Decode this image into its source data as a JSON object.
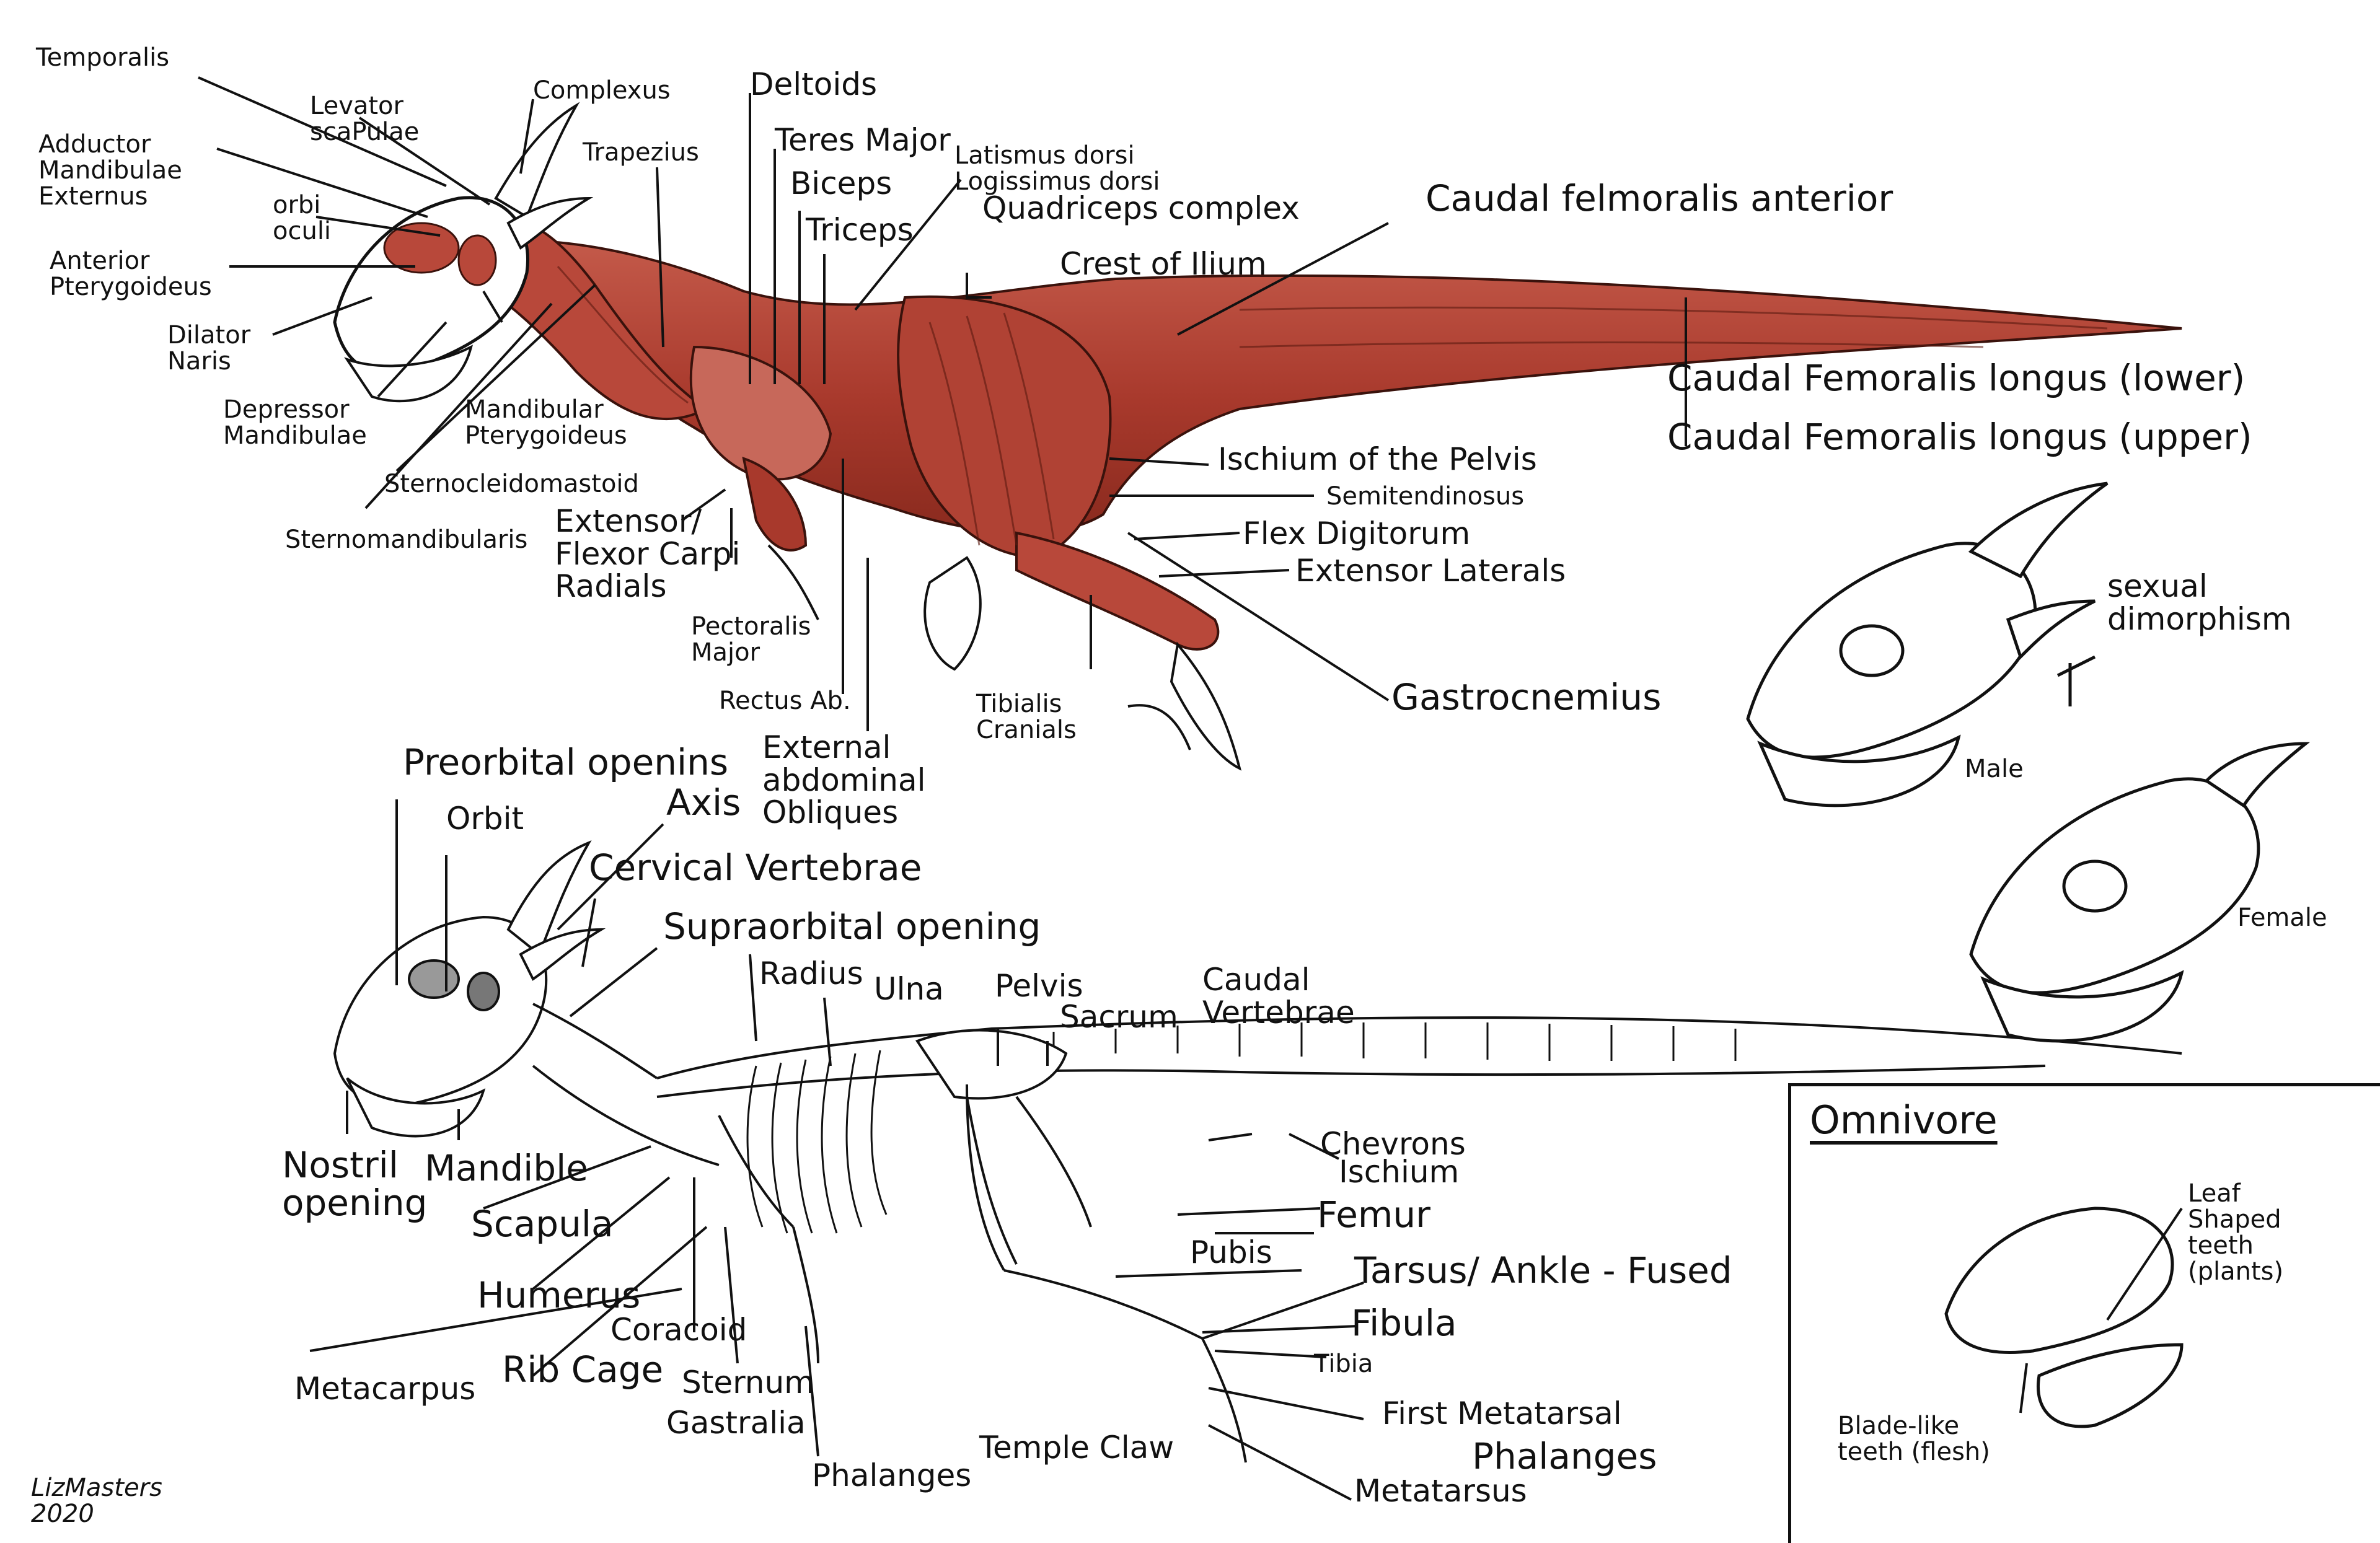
{
  "muscle_labels": {
    "temporalis": "Temporalis",
    "levator_scapulae": "Levator\nscaPulae",
    "complexus": "Complexus",
    "adductor": "Adductor\nMandibulae\nExternus",
    "orbi_oculi": "orbi\noculi",
    "anterior_pterygoideus": "Anterior\nPterygoideus",
    "dilator_naris": "Dilator\nNaris",
    "depressor_mandibulae": "Depressor\nMandibulae",
    "mandibular_pterygoideus": "Mandibular\nPterygoideus",
    "sternocleidomastoid": "Sternocleidomastoid",
    "sternomandibularis": "Sternomandibularis",
    "trapezius": "Trapezius",
    "deltoids": "Deltoids",
    "teres_major": "Teres Major",
    "latismus_dorsi": "Latismus dorsi",
    "logissimus_dorsi": "Logissimus dorsi",
    "biceps": "Biceps",
    "triceps": "Triceps",
    "quadriceps_complex": "Quadriceps complex",
    "crest_of_ilium": "Crest of Ilium",
    "caudal_femoralis_anterior": "Caudal felmoralis anterior",
    "caudal_femoralis_lower": "Caudal Femoralis longus (lower)",
    "caudal_femoralis_upper": "Caudal Femoralis longus (upper)",
    "ischium_of_pelvis": "Ischium of the Pelvis",
    "semitendinosus": "Semitendinosus",
    "flex_digitorum": "Flex Digitorum",
    "extensor_laterals": "Extensor Laterals",
    "gastrocnemius": "Gastrocnemius",
    "extensor_flexor": "Extensor/\nFlexor Carpi\nRadials",
    "pectoralis_major": "Pectoralis\nMajor",
    "rectus_ab": "Rectus Ab.",
    "tibialis_cranials": "Tibialis\nCranials",
    "external_obliques": "External\nabdominal\nObliques"
  },
  "skull_labels": {
    "sexual_dimorphism": "sexual\ndimorphism",
    "male": "Male",
    "female": "Female"
  },
  "skeleton_labels": {
    "preorbital_openings": "Preorbital openins",
    "orbit": "Orbit",
    "axis": "Axis",
    "cervical_vertebrae": "Cervical Vertebrae",
    "supraorbital_opening": "Supraorbital opening",
    "radius": "Radius",
    "ulna": "Ulna",
    "pelvis": "Pelvis",
    "sacrum": "Sacrum",
    "caudal_vertebrae": "Caudal\nVertebrae",
    "chevrons": "Chevrons",
    "ischium": "Ischium",
    "femur": "Femur",
    "pubis": "Pubis",
    "tarsus": "Tarsus/ Ankle - Fused",
    "fibula": "Fibula",
    "tibia": "Tibia",
    "first_metatarsal": "First Metatarsal",
    "phalanges_foot": "Phalanges",
    "metatarsus": "Metatarsus",
    "temple_claw": "Temple Claw",
    "phalanges_hand": "Phalanges",
    "gastralia": "Gastralia",
    "sternum": "Sternum",
    "coracoid": "Coracoid",
    "rib_cage": "Rib Cage",
    "metacarpus": "Metacarpus",
    "humerus": "Humerus",
    "scapula": "Scapula",
    "mandible": "Mandible",
    "nostril_opening": "Nostril\nopening"
  },
  "omnivore_box": {
    "title": "Omnivore",
    "leaf_teeth": "Leaf\nShaped\nteeth\n(plants)",
    "blade_teeth": "Blade-like\nteeth (flesh)"
  },
  "signature": "LizMasters\n2020",
  "colors": {
    "muscle": "#b5483a",
    "muscle_dark": "#7a2418",
    "muscle_light": "#d98a7c",
    "ink": "#111111",
    "bone": "#ffffff"
  }
}
